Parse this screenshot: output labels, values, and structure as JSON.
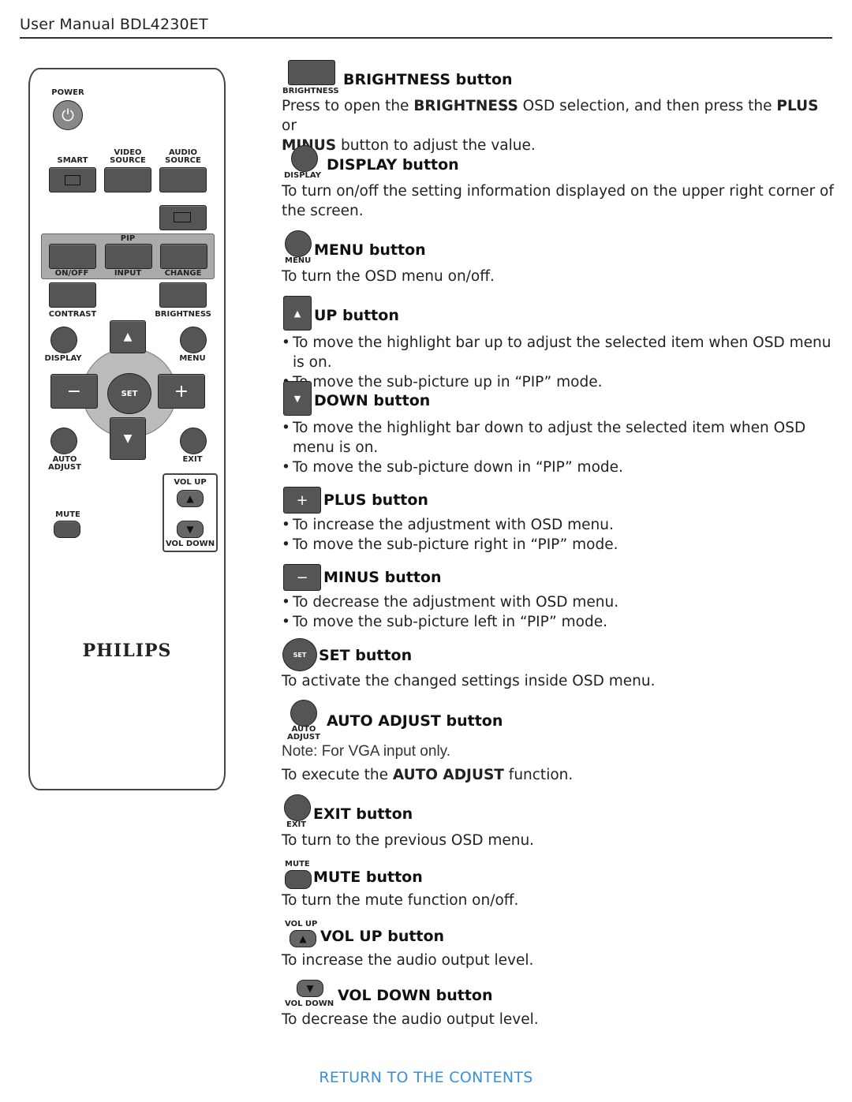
{
  "header": {
    "title": "User Manual BDL4230ET"
  },
  "remote": {
    "power": "POWER",
    "smart": "SMART",
    "video_source": [
      "VIDEO",
      "SOURCE"
    ],
    "audio_source": [
      "AUDIO",
      "SOURCE"
    ],
    "pip": "PIP",
    "on_off": "ON/OFF",
    "input": "INPUT",
    "change": "CHANGE",
    "contrast": "CONTRAST",
    "brightness": "BRIGHTNESS",
    "display": "DISPLAY",
    "menu": "MENU",
    "set": "SET",
    "auto_adjust": [
      "AUTO",
      "ADJUST"
    ],
    "exit": "EXIT",
    "vol_up": "VOL UP",
    "vol_down": "VOL DOWN",
    "mute": "MUTE",
    "brand": "PHILIPS"
  },
  "sections": {
    "brightness": {
      "icon_label": "BRIGHTNESS",
      "title": "BRIGHTNESS button",
      "t1": "Press to open the ",
      "b1": "BRIGHTNESS",
      "t2": " OSD selection, and then press the ",
      "b2": "PLUS",
      "t3": " or",
      "b3": "MINUS",
      "t4": " button to adjust the value."
    },
    "display": {
      "icon_label": "DISPLAY",
      "title": "DISPLAY button",
      "text": "To turn on/off the setting information displayed on the upper right corner of the screen."
    },
    "menu": {
      "icon_label": "MENU",
      "title": "MENU button",
      "text": "To turn the OSD menu on/off."
    },
    "up": {
      "title": "UP button",
      "b1": "To move the highlight bar up to adjust the selected item when OSD menu is on.",
      "b2": "To move the sub-picture up in “PIP” mode."
    },
    "down": {
      "title": "DOWN button",
      "b1": "To move the highlight bar down to adjust the selected item when OSD menu is on.",
      "b2": "To move the sub-picture down in “PIP” mode."
    },
    "plus": {
      "title": "PLUS button",
      "b1": "To increase the adjustment with OSD menu.",
      "b2": "To move the sub-picture right in “PIP” mode."
    },
    "minus": {
      "title": "MINUS button",
      "b1": "To decrease the adjustment with OSD menu.",
      "b2": "To move the sub-picture left in “PIP” mode."
    },
    "set": {
      "icon_label": "SET",
      "title": "SET button",
      "text": "To activate the changed settings inside OSD menu."
    },
    "auto": {
      "icon_label": [
        "AUTO",
        "ADJUST"
      ],
      "title": "AUTO ADJUST button",
      "note": "Note: For VGA input only.",
      "t1": "To execute the ",
      "b1": "AUTO ADJUST",
      "t2": " function."
    },
    "exit": {
      "icon_label": "EXIT",
      "title": "EXIT button",
      "text": "To turn to the previous OSD menu."
    },
    "mute": {
      "icon_label": "MUTE",
      "title": "MUTE button",
      "text": "To turn the mute function on/off."
    },
    "volup": {
      "icon_label": "VOL UP",
      "title": "VOL UP button",
      "text": "To increase the audio output level."
    },
    "voldown": {
      "icon_label": "VOL DOWN",
      "title": "VOL DOWN button",
      "text": "To decrease the audio output level."
    }
  },
  "footer": {
    "return_link": "RETURN TO THE CONTENTS"
  },
  "colors": {
    "link": "#3a8fd8",
    "button": "#555555",
    "pip_panel": "#aaaaaa"
  }
}
